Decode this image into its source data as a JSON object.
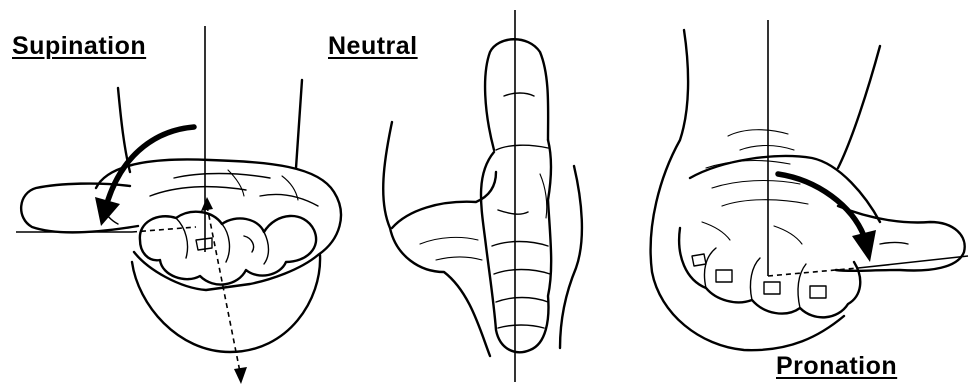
{
  "labels": {
    "supination": "Supination",
    "neutral": "Neutral",
    "pronation": "Pronation"
  }
}
